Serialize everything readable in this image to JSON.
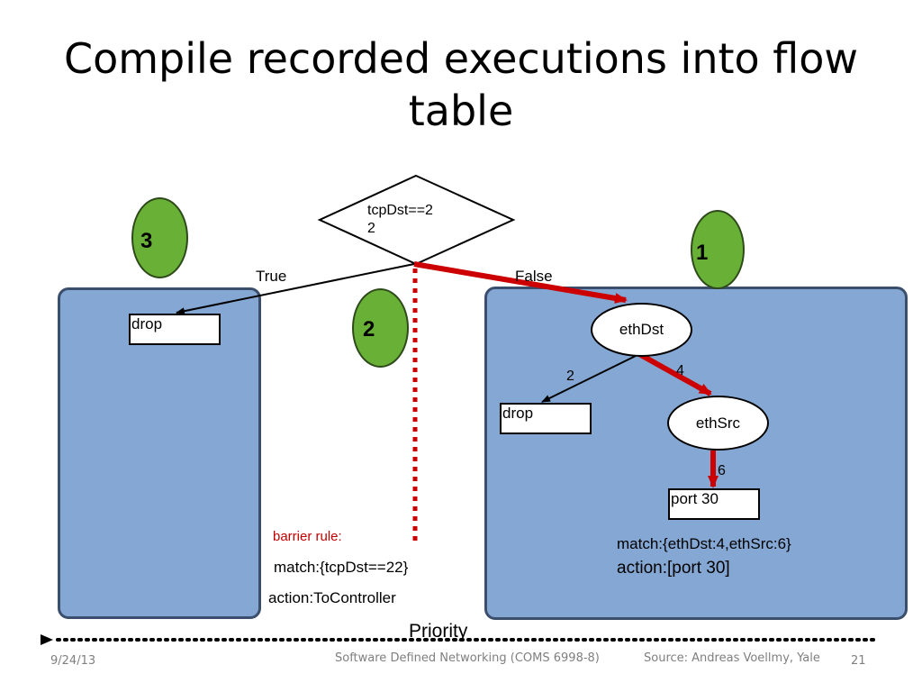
{
  "slide": {
    "title_line1": "Compile recorded executions into flow",
    "title_line2": "table"
  },
  "diagram": {
    "decision": {
      "line1": "tcpDst==2",
      "line2": "2"
    },
    "true_label": "True",
    "false_label": "False",
    "left_rule": {
      "number": "3",
      "drop_label": "drop"
    },
    "middle_rule": {
      "number": "2",
      "barrier_label": "barrier rule:",
      "match": "match:{tcpDst==22}",
      "action": "action:ToController"
    },
    "right_rule": {
      "number": "1",
      "eth_dst": "ethDst",
      "edge_2": "2",
      "edge_4": "4",
      "drop_label": "drop",
      "eth_src": "ethSrc",
      "edge_6": "6",
      "port_label": "port 30",
      "match": "match:{ethDst:4,ethSrc:6}",
      "action": "action:[port 30]"
    },
    "priority_label": "Priority",
    "colors": {
      "panel": "#84a7d3",
      "badge": "#68b136",
      "highlight": "#cc0000"
    }
  },
  "footer": {
    "date": "9/24/13",
    "course": "Software Defined Networking (COMS 6998-8)",
    "source": "Source: Andreas Voellmy, Yale",
    "page": "21"
  }
}
